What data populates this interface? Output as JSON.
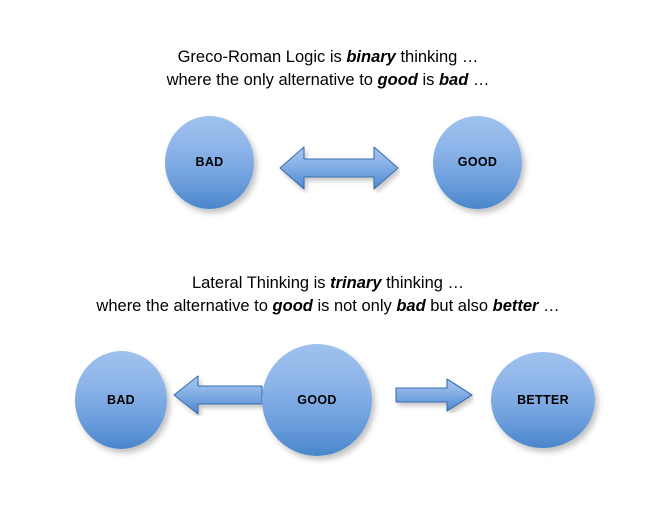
{
  "diagram": {
    "title_semantic": "binary-vs-trinary-thinking-diagram",
    "background_color": "#FFFFFF",
    "shape_fill_top": "#9FC2EE",
    "shape_fill_bottom": "#4A86CB",
    "arrow_outline": "#3A6FB0",
    "text_color": "#000000"
  },
  "top_section": {
    "caption": {
      "line1": {
        "part1": "Greco-Roman Logic is ",
        "emphasis1": "binary",
        "part2": " thinking …"
      },
      "line2": {
        "part1": "where the only alternative to ",
        "emphasis1": "good",
        "part2": " is ",
        "emphasis2": "bad",
        "part3": " …"
      }
    },
    "nodes": [
      {
        "label": "BAD",
        "name": "node-bad-top"
      },
      {
        "label": "GOOD",
        "name": "node-good-top"
      }
    ],
    "connector": {
      "name": "double-headed-arrow",
      "direction": "bidirectional"
    }
  },
  "bottom_section": {
    "caption": {
      "line1": {
        "part1": "Lateral Thinking is ",
        "emphasis1": "trinary",
        "part2": " thinking …"
      },
      "line2": {
        "part1": "where the alternative to ",
        "emphasis1": "good",
        "part2": " is not only ",
        "emphasis2": "bad",
        "part3": " but also ",
        "emphasis3": "better",
        "part4": " …"
      }
    },
    "nodes": [
      {
        "label": "BAD",
        "name": "node-bad-bottom"
      },
      {
        "label": "GOOD",
        "name": "node-good-bottom"
      },
      {
        "label": "BETTER",
        "name": "node-better-bottom"
      }
    ],
    "connectors": [
      {
        "name": "left-arrow",
        "direction": "left"
      },
      {
        "name": "right-arrow",
        "direction": "right"
      }
    ]
  }
}
